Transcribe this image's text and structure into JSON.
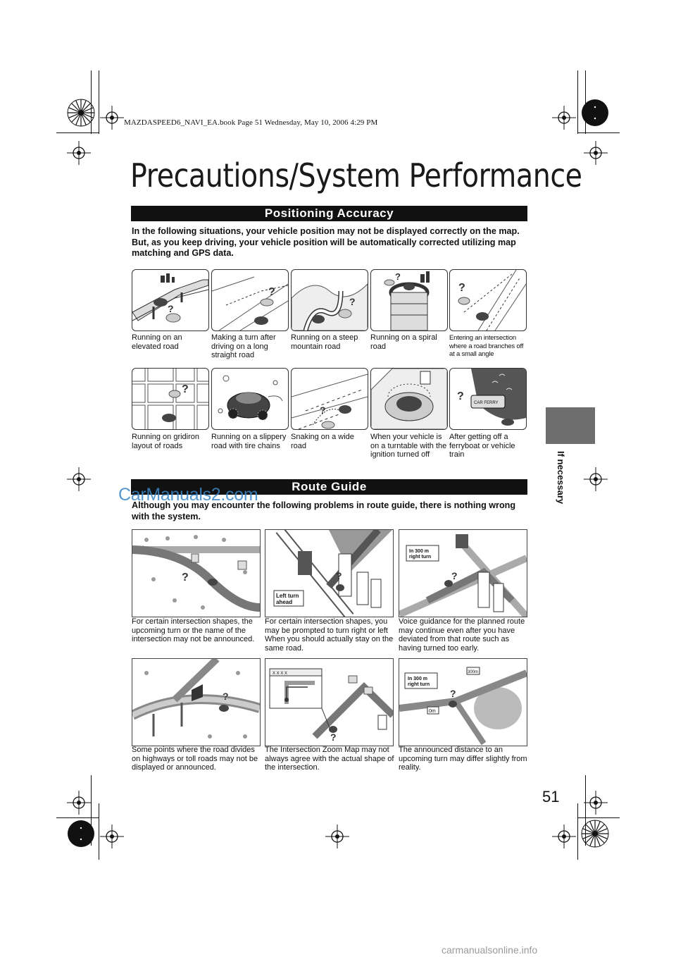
{
  "header": {
    "book_line": "MAZDASPEED6_NAVI_EA.book  Page 51  Wednesday, May 10, 2006  4:29 PM",
    "title": "Precautions/System Performance"
  },
  "positioning": {
    "heading": "Positioning Accuracy",
    "intro": "In the following situations, your vehicle position may not be displayed correctly on the map. But, as you keep driving, your vehicle position will be automatically corrected utilizing map matching and GPS data.",
    "situations": [
      {
        "caption": "Running on an elevated road",
        "icon": "elevated-road-illustration"
      },
      {
        "caption": "Making a turn after driving on a long straight road",
        "icon": "long-straight-road-illustration"
      },
      {
        "caption": "Running on a steep mountain road",
        "icon": "mountain-road-illustration"
      },
      {
        "caption": "Running on a spiral road",
        "icon": "spiral-road-illustration"
      },
      {
        "caption": "Entering an intersection where a road branches off at a small angle",
        "icon": "small-angle-branch-illustration"
      },
      {
        "caption": "Running on gridiron layout of roads",
        "icon": "gridiron-roads-illustration"
      },
      {
        "caption": "Running on a slippery road with tire chains",
        "icon": "tire-chains-illustration"
      },
      {
        "caption": "Snaking on a wide road",
        "icon": "wide-road-snaking-illustration"
      },
      {
        "caption": "When your vehicle is on a turntable with the ignition turned off",
        "icon": "turntable-illustration"
      },
      {
        "caption": "After getting off a ferryboat or vehicle train",
        "icon": "ferryboat-illustration",
        "label": "CAR FERRY"
      }
    ]
  },
  "route": {
    "heading": "Route Guide",
    "intro": "Although you may encounter the following problems in route guide, there is nothing wrong with the system.",
    "items": [
      {
        "caption": "For certain intersection shapes, the upcoming turn or the name of the intersection may not be announced.",
        "icon": "curved-road-map-illustration"
      },
      {
        "caption": "For certain intersection shapes, you may be prompted to turn right or left When you should actually stay on the same road.",
        "icon": "city-intersection-illustration",
        "bubble": [
          "Left turn",
          "ahead"
        ]
      },
      {
        "caption": "Voice guidance for the planned route may continue even after you have deviated from that route such as having turned too early.",
        "icon": "deviated-route-illustration",
        "bubble": [
          "In 300 m",
          "right turn"
        ]
      },
      {
        "caption": "Some points where the road divides on highways or toll roads may not be displayed or announced.",
        "icon": "highway-divide-illustration"
      },
      {
        "caption": "The Intersection Zoom Map may not always agree with the actual shape of the intersection.",
        "icon": "zoom-map-illustration",
        "label": "X X X X"
      },
      {
        "caption": "The announced distance to an upcoming turn may differ slightly from reality.",
        "icon": "distance-difference-illustration",
        "bubble": [
          "In 300 m",
          "right turn"
        ],
        "signs": [
          "0m",
          "300m"
        ]
      }
    ]
  },
  "side": {
    "label": "If necessary"
  },
  "page_number": "51",
  "watermark": "CarManuals2.com",
  "footer_mark": "carmanualsonline.info"
}
